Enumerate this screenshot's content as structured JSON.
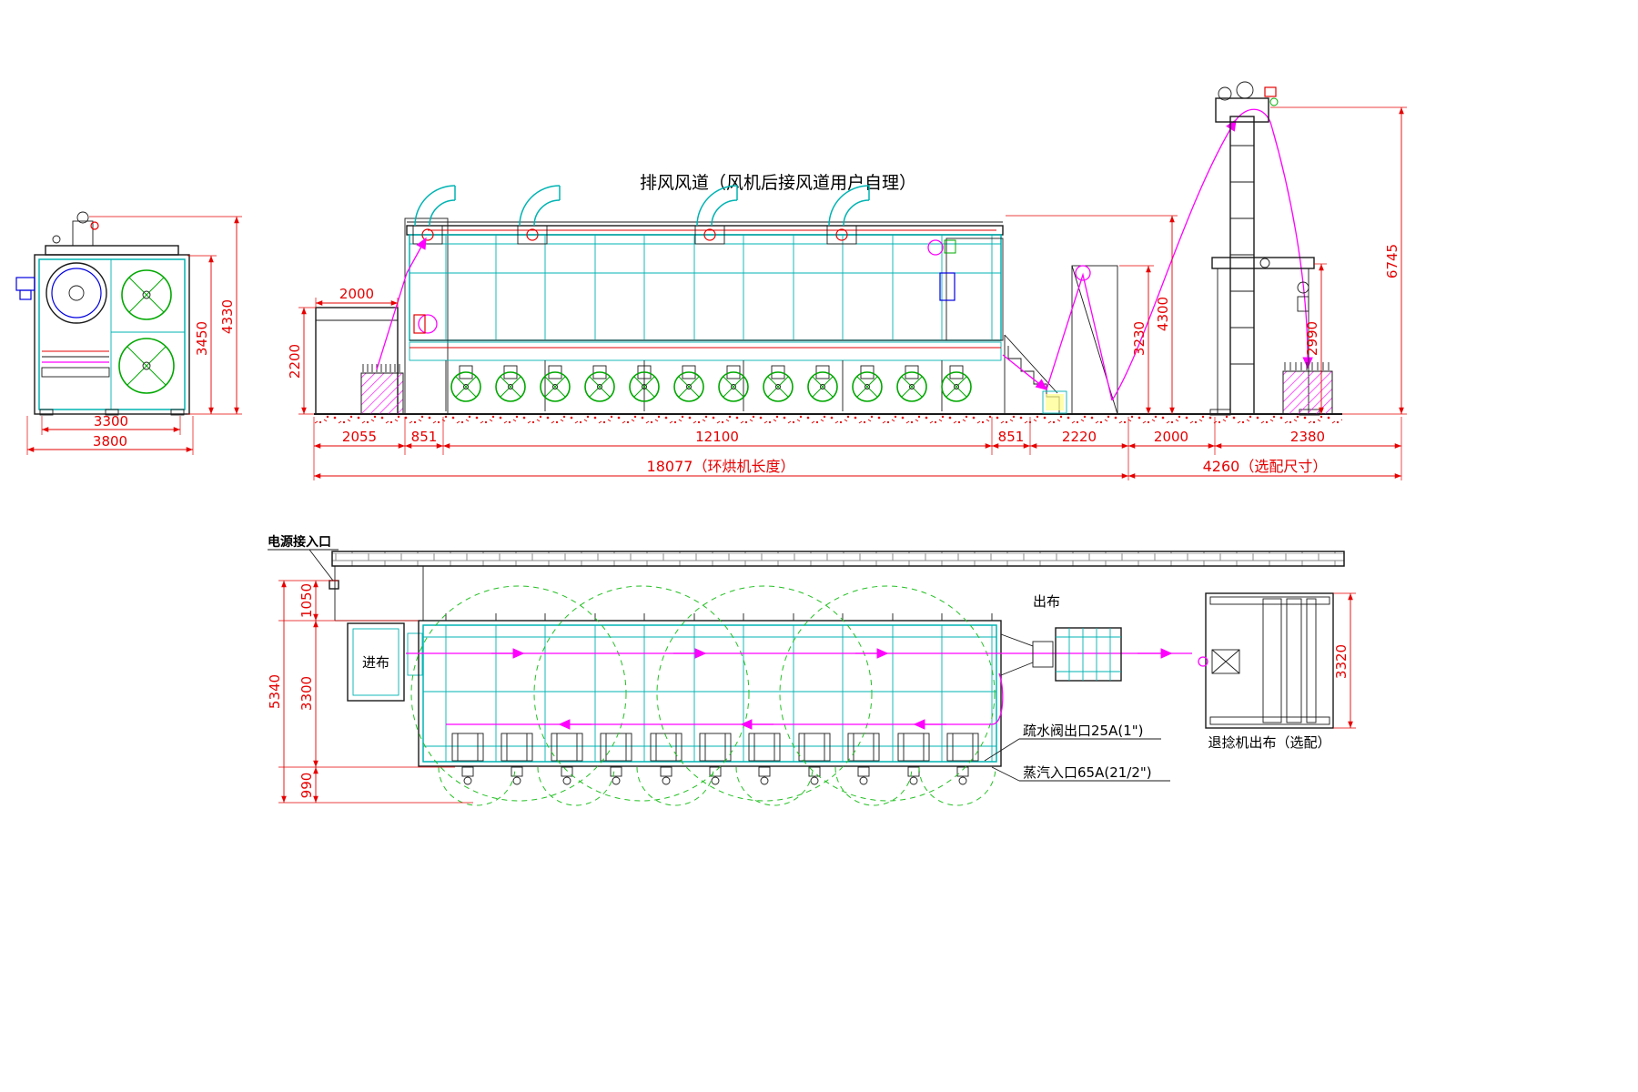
{
  "title_note": "排风风道（风机后接风道用户自理）",
  "end_view": {
    "width_inner": "3300",
    "width_outer": "3800",
    "height_inner": "3450",
    "height_outer": "4330"
  },
  "side_view": {
    "infeed_width": "2000",
    "infeed_height": "2200",
    "segments": [
      "2055",
      "851",
      "12100",
      "851",
      "2220",
      "2000",
      "2380"
    ],
    "total_length": "18077（环烘机长度）",
    "optional_length": "4260（选配尺寸）",
    "scray_height": "3230",
    "outfeed_height": "4300",
    "basket_height": "2990",
    "untwister_height": "6745"
  },
  "plan_view": {
    "power_inlet": "电源接入口",
    "fabric_in": "进布",
    "fabric_out": "出布",
    "drain_valve": "疏水阀出口25A(1\")",
    "steam_inlet": "蒸汽入口65A(21/2\")",
    "untwister_label": "退捻机出布（选配）",
    "wall_offset": "1050",
    "machine_width": "3300",
    "service_depth": "990",
    "total_depth": "5340",
    "untwister_depth": "3320"
  },
  "colors": {
    "dimension_red": "#e60000",
    "frame_cyan": "#00b3b3",
    "path_magenta": "#ff00ff",
    "fan_green": "#00a800",
    "detail_blue": "#0000e0",
    "outline_black": "#1a1a1a"
  }
}
